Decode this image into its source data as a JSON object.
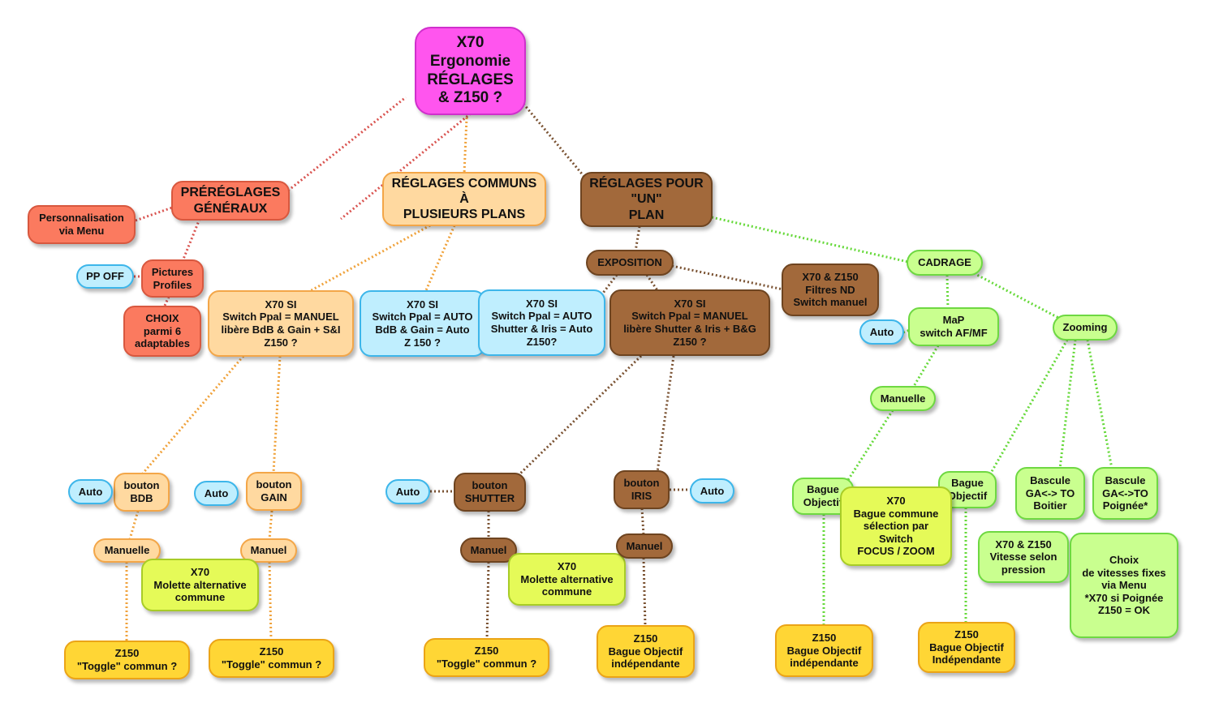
{
  "nodes": {
    "root": [
      "X70",
      "Ergonomie",
      "RÉGLAGES",
      "& Z150 ?"
    ],
    "prereglages": [
      "PRÉRÉGLAGES",
      "GÉNÉRAUX"
    ],
    "personnalisation": [
      "Personnalisation",
      "via Menu"
    ],
    "pictures": [
      "Pictures",
      "Profiles"
    ],
    "pp_off": [
      "PP OFF"
    ],
    "choix6": [
      "CHOIX",
      "parmi 6",
      "adaptables"
    ],
    "communs": [
      "RÉGLAGES COMMUNS",
      "À",
      "PLUSIEURS PLANS"
    ],
    "x70_manuel_bdb": [
      "X70 SI",
      "Switch Ppal = MANUEL",
      "libère BdB & Gain + S&I",
      "Z150 ?"
    ],
    "x70_auto_bdb": [
      "X70 SI",
      "Switch Ppal = AUTO",
      "BdB & Gain = Auto",
      "Z 150 ?"
    ],
    "bouton_bdb": [
      "bouton",
      "BDB"
    ],
    "auto_bdb": [
      "Auto"
    ],
    "manuelle_bdb": [
      "Manuelle"
    ],
    "bouton_gain": [
      "bouton",
      "GAIN"
    ],
    "auto_gain": [
      "Auto"
    ],
    "manuel_gain": [
      "Manuel"
    ],
    "molette_left": [
      "X70",
      "Molette alternative",
      "commune"
    ],
    "toggle_bdb": [
      "Z150",
      "\"Toggle\" commun ?"
    ],
    "toggle_gain": [
      "Z150",
      "\"Toggle\" commun ?"
    ],
    "pour_un": [
      "RÉGLAGES POUR",
      "\"UN\"",
      "PLAN"
    ],
    "exposition": [
      "EXPOSITION"
    ],
    "x70_auto_shutter": [
      "X70 SI",
      "Switch Ppal = AUTO",
      "Shutter & Iris = Auto",
      "Z150?"
    ],
    "x70_manuel_shutter": [
      "X70 SI",
      "Switch Ppal = MANUEL",
      "libère Shutter & Iris + B&G",
      "Z150 ?"
    ],
    "filtres_nd": [
      "X70 & Z150",
      "Filtres ND",
      "Switch manuel"
    ],
    "bouton_shutter": [
      "bouton",
      "SHUTTER"
    ],
    "auto_shutter": [
      "Auto"
    ],
    "manuel_shutter": [
      "Manuel"
    ],
    "molette_mid": [
      "X70",
      "Molette alternative",
      "commune"
    ],
    "toggle_shutter": [
      "Z150",
      "\"Toggle\" commun ?"
    ],
    "bouton_iris": [
      "bouton",
      "IRIS"
    ],
    "auto_iris": [
      "Auto"
    ],
    "manuel_iris": [
      "Manuel"
    ],
    "bague_iris": [
      "Z150",
      "Bague Objectif",
      "indépendante"
    ],
    "cadrage": [
      "CADRAGE"
    ],
    "map": [
      "MaP",
      "switch AF/MF"
    ],
    "auto_map": [
      "Auto"
    ],
    "manuelle_map": [
      "Manuelle"
    ],
    "bague_left": [
      "Bague",
      "Objectif"
    ],
    "bague_commune": [
      "X70",
      "Bague commune",
      "sélection par",
      "Switch",
      "FOCUS / ZOOM"
    ],
    "z150_bague_focus": [
      "Z150",
      "Bague Objectif",
      "indépendante"
    ],
    "zooming": [
      "Zooming"
    ],
    "bague_right": [
      "Bague",
      "Objectif"
    ],
    "z150_bague_zoom": [
      "Z150",
      "Bague Objectif",
      "Indépendante"
    ],
    "bascule_boitier": [
      "Bascule",
      "GA<-> TO",
      "Boitier"
    ],
    "vitesse": [
      "X70 & Z150",
      "Vitesse selon",
      "pression"
    ],
    "bascule_poignee": [
      "Bascule",
      "GA<->TO",
      "Poignée*"
    ],
    "choix_vitesses": [
      "Choix",
      "de vitesses fixes",
      "via Menu",
      "*X70 si Poignée",
      "Z150 = OK"
    ]
  },
  "colors": {
    "magenta": "#ff55ee",
    "salmon": "#fb7a5f",
    "peach": "#ffd9a0",
    "blue": "#bfeefe",
    "brown": "#a2693b",
    "green": "#c9ff8f",
    "lime": "#e5fa58",
    "yellow": "#ffd635",
    "link_red": "#d9534f",
    "link_orange": "#f0a23b",
    "link_brown": "#7a5232",
    "link_green": "#66d93a"
  }
}
